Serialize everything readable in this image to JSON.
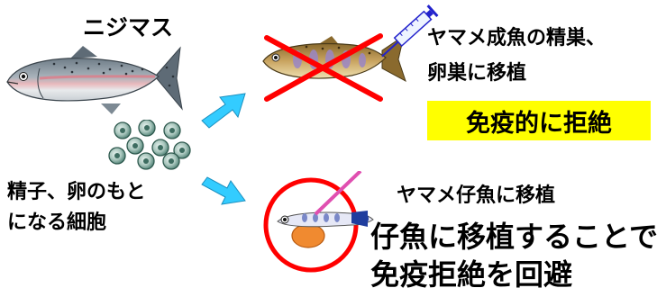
{
  "labels": {
    "rainbow_trout": "ニジマス",
    "adult_transplant_line1": "ヤマメ成魚の精巣、",
    "adult_transplant_line2": "卵巣に移植",
    "immune_rejection": "免疫的に拒絶",
    "cells_line1": "精子、卵のもと",
    "cells_line2": "になる細胞",
    "juvenile_transplant": "ヤマメ仔魚に移植",
    "conclusion_line1": "仔魚に移植することで",
    "conclusion_line2": "免疫拒絶を回避"
  },
  "colors": {
    "arrow_fill": "#33ccff",
    "cross": "#ff0000",
    "highlight": "#ffff00",
    "cell": "#5a8a7e",
    "syringe": "#2222cc"
  },
  "icons": {
    "rainbow_trout": "rainbow-trout-icon",
    "adult_yamame": "adult-yamame-icon",
    "juvenile": "juvenile-fish-icon",
    "syringe": "syringe-icon",
    "cross": "x-mark-icon",
    "cells": "germ-cell-icon"
  }
}
